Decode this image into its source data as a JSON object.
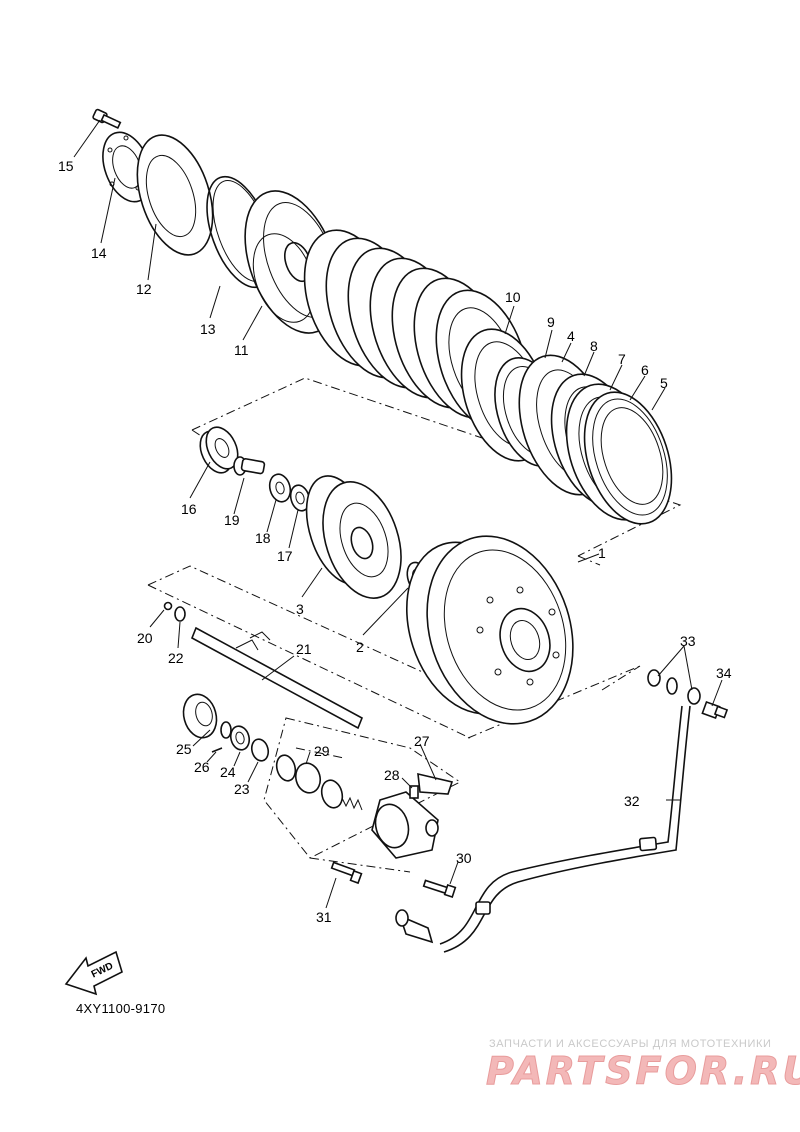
{
  "diagram": {
    "part_code": "4XY1100-9170",
    "direction_label": "FWD",
    "callouts": [
      "1",
      "2",
      "3",
      "4",
      "5",
      "6",
      "7",
      "8",
      "9",
      "10",
      "11",
      "12",
      "13",
      "14",
      "15",
      "16",
      "17",
      "18",
      "19",
      "20",
      "21",
      "22",
      "23",
      "24",
      "25",
      "26",
      "27",
      "28",
      "29",
      "30",
      "31",
      "32",
      "33",
      "34"
    ]
  },
  "watermark": {
    "caption": "ЗАПЧАСТИ И АКСЕССУАРЫ ДЛЯ МОТОТЕХНИКИ",
    "brand": "PARTSFOR.RU",
    "color": "#f3b8b8"
  }
}
